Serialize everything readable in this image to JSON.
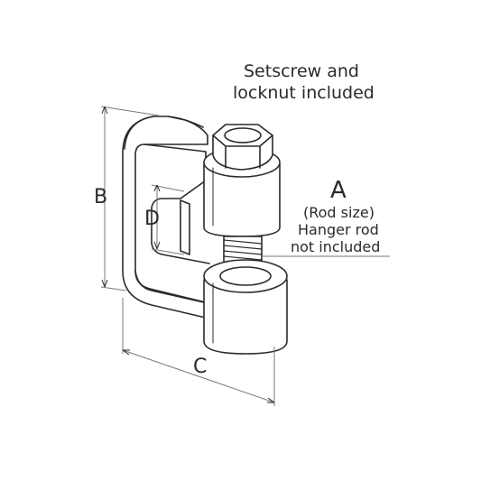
{
  "notes": {
    "setscrew_line1": "Setscrew and",
    "setscrew_line2": "locknut included"
  },
  "dimensions": {
    "a": "A",
    "a_line1": "(Rod size)",
    "a_line2": "Hanger rod",
    "a_line3": "not included",
    "b": "B",
    "c": "C",
    "d": "D"
  },
  "colors": {
    "line": "#2a2a2a",
    "dim_line": "#7a7a7a",
    "body_fill": "#ffffff"
  }
}
